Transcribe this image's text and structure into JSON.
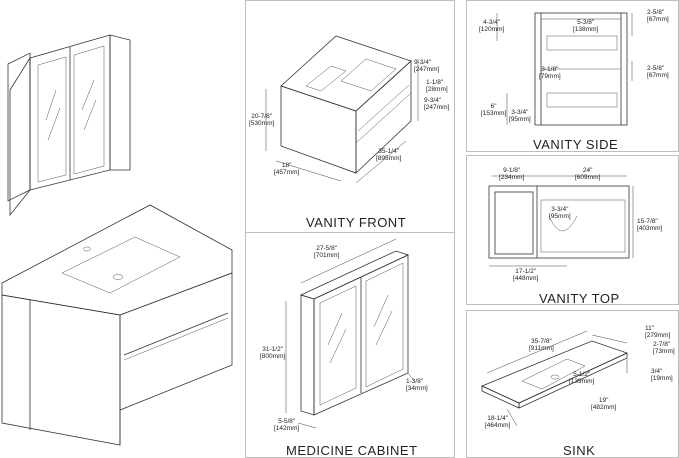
{
  "captions": {
    "vanity_front": "VANITY FRONT",
    "vanity_side": "VANITY SIDE",
    "vanity_top": "VANITY TOP",
    "medicine_cabinet": "MEDICINE CABINET",
    "sink": "SINK"
  },
  "front": {
    "d_9_3_4a": "9-3/4\"",
    "d_9_3_4a_mm": "[247mm]",
    "d_1_1_8": "1-1/8\"",
    "d_1_1_8_mm": "[28mm]",
    "d_9_3_4b": "9-3/4\"",
    "d_9_3_4b_mm": "[247mm]",
    "d_20_7_8": "20-7/8\"",
    "d_20_7_8_mm": "[530mm]",
    "d_18": "18\"",
    "d_18_mm": "[457mm]",
    "d_35_1_4": "35-1/4\"",
    "d_35_1_4_mm": "[895mm]"
  },
  "side": {
    "d_4_3_4": "4-3/4\"",
    "d_4_3_4_mm": "[120mm]",
    "d_5_3_8": "5-3/8\"",
    "d_5_3_8_mm": "[138mm]",
    "d_2_5_8a": "2-5/8\"",
    "d_2_5_8a_mm": "[67mm]",
    "d_3_1_8": "3-1/8\"",
    "d_3_1_8_mm": "[79mm]",
    "d_2_5_8b": "2-5/8\"",
    "d_2_5_8b_mm": "[67mm]",
    "d_6": "6\"",
    "d_6_mm": "[153mm]",
    "d_3_3_4": "3-3/4\"",
    "d_3_3_4_mm": "[95mm]"
  },
  "top": {
    "d_9_1_8": "9-1/8\"",
    "d_9_1_8_mm": "[234mm]",
    "d_24": "24\"",
    "d_24_mm": "[609mm]",
    "d_3_3_4": "3-3/4\"",
    "d_3_3_4_mm": "[95mm]",
    "d_15_7_8": "15-7/8\"",
    "d_15_7_8_mm": "[403mm]",
    "d_17_1_2": "17-1/2\"",
    "d_17_1_2_mm": "[448mm]"
  },
  "cabinet": {
    "d_27_5_8": "27-5/8\"",
    "d_27_5_8_mm": "[701mm]",
    "d_31_1_2": "31-1/2\"",
    "d_31_1_2_mm": "[800mm]",
    "d_1_3_8": "1-3/8\"",
    "d_1_3_8_mm": "[34mm]",
    "d_5_5_8": "5-5/8\"",
    "d_5_5_8_mm": "[142mm]"
  },
  "sink": {
    "d_11": "11\"",
    "d_11_mm": "[279mm]",
    "d_35_7_8": "35-7/8\"",
    "d_35_7_8_mm": "[911mm]",
    "d_2_7_8": "2-7/8\"",
    "d_2_7_8_mm": "[73mm]",
    "d_5_1_2": "5-1/2\"",
    "d_5_1_2_mm": "[139mm]",
    "d_3_4": "3/4\"",
    "d_3_4_mm": "[19mm]",
    "d_19": "19\"",
    "d_19_mm": "[482mm]",
    "d_18_1_4": "18-1/4\"",
    "d_18_1_4_mm": "[464mm]"
  }
}
